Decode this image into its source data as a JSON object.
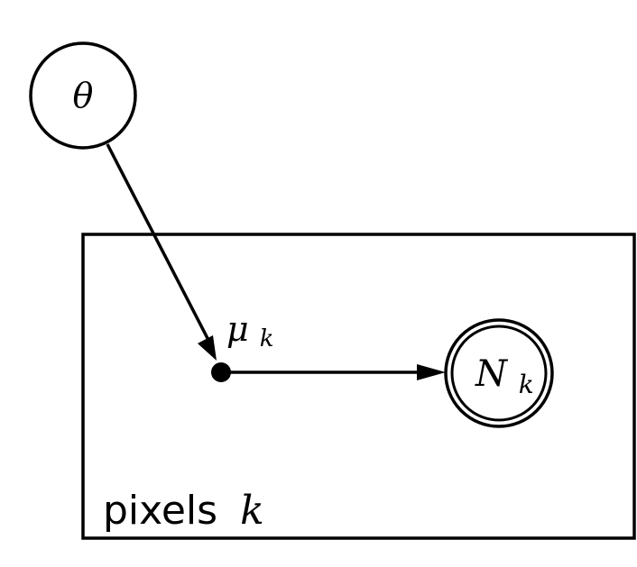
{
  "nodes": {
    "theta": {
      "symbol": "θ"
    },
    "mu": {
      "symbol": "μ",
      "subscript": "k"
    },
    "n": {
      "symbol": "N",
      "subscript": "k"
    }
  },
  "plate": {
    "word": "pixels",
    "index": "k"
  },
  "colors": {
    "stroke": "#000000",
    "background": "#ffffff"
  }
}
